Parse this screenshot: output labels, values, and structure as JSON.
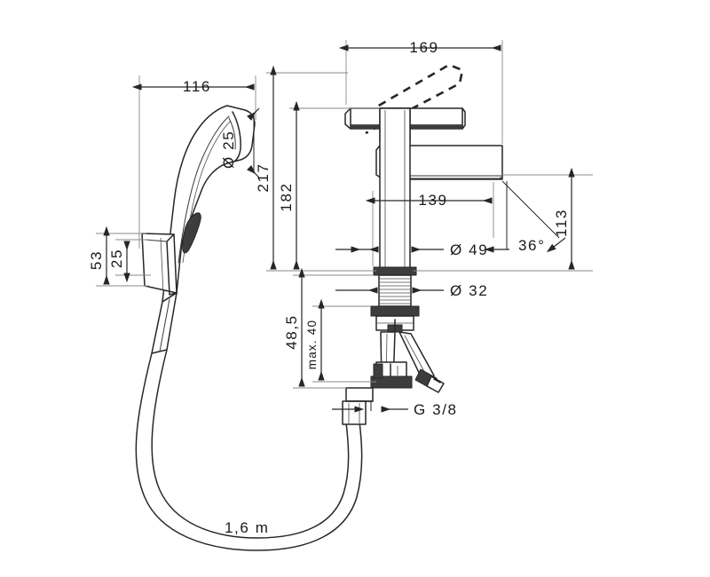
{
  "drawing": {
    "title": "Single lever basin mixer with bidette hand shower - dimensional drawing",
    "units": "mm",
    "line_color": "#262626",
    "extension_line_color": "#8a8a8a",
    "background": "#ffffff"
  },
  "dimensions": {
    "handshower_length": "116",
    "handshower_head_diameter": "Ø 25",
    "bracket_total_height": "53",
    "bracket_inner_height": "25",
    "spout_reach_total": "169",
    "overall_height": "217",
    "body_height": "182",
    "spout_reach": "139",
    "spout_outlet_height": "113",
    "body_diameter": "Ø 49",
    "shank_diameter": "Ø 32",
    "shank_length": "48,5",
    "max_counter_thickness": "max. 40",
    "connection_thread": "G 3/8",
    "hose_length": "1,6 m",
    "spout_angle": "36°"
  },
  "labels": {
    "d116": "116",
    "d25dia": "Ø 25",
    "d53": "53",
    "d25": "25",
    "d169": "169",
    "d217": "217",
    "d182": "182",
    "d139": "139",
    "d113": "113",
    "d49dia": "Ø 49",
    "d32dia": "Ø 32",
    "d485": "48,5",
    "dmax40": "max. 40",
    "dg38": "G 3/8",
    "dhose": "1,6 m",
    "dangle": "36°"
  },
  "parts": {
    "handshower": "bidette-hand-shower",
    "bracket": "wall-holder-bracket",
    "hose": "shower-hose",
    "faucet_body": "single-lever-mixer-body",
    "lever": "operating-lever",
    "lever_open": "operating-lever-raised-position",
    "spout": "spout",
    "shank": "threaded-shank",
    "fixing_nut": "fixing-nut",
    "supply_hoses": "flexible-supply-hoses",
    "diverter": "diverter-valve",
    "connector": "hose-connector-g38"
  }
}
